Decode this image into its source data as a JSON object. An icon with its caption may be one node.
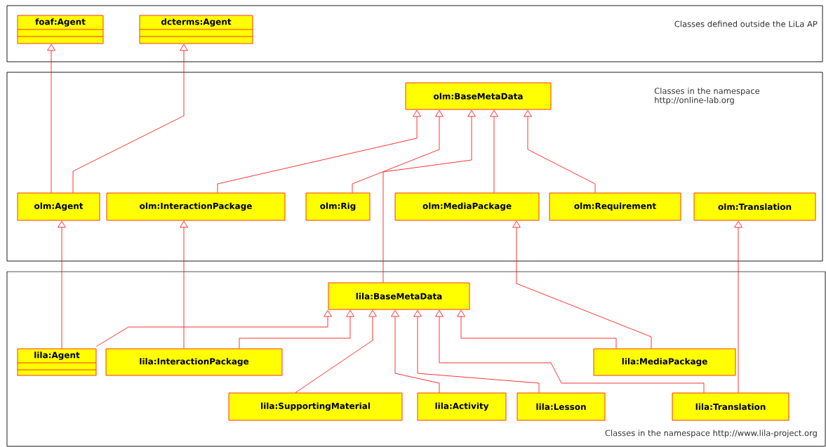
{
  "diagram": {
    "nodes": [
      {
        "text": [
          "Classes defined outside the LiLa AP"
        ]
      },
      {
        "text": [
          "foaf:Agent"
        ],
        "in": 0
      },
      {
        "text": [
          "dcterms:Agent"
        ],
        "in": 0
      },
      {
        "text": [
          "Classes in the namespace http://online-lab.org"
        ]
      },
      {
        "text": [
          "olm:BaseMetaData"
        ],
        "in": 3
      },
      {
        "text": [
          "olm:Agent"
        ],
        "in": 3
      },
      {
        "text": [
          "olm:InteractionPackage"
        ],
        "in": 3
      },
      {
        "text": [
          "olm:Rig"
        ],
        "in": 3
      },
      {
        "text": [
          "olm:MediaPackage"
        ],
        "in": 3
      },
      {
        "text": [
          "olm:Requirement"
        ],
        "in": 3
      },
      {
        "text": [
          "olm:Translation"
        ],
        "in": 3
      },
      {
        "text": [
          "Classes in the namespace http://www.lila-project.org"
        ]
      },
      {
        "text": [
          "lila:BaseMetaData"
        ],
        "in": 11
      },
      {
        "text": [
          "lila:Agent"
        ],
        "in": 11
      },
      {
        "text": [
          "lila:InteractionPackage"
        ],
        "in": 11
      },
      {
        "text": [
          "lila:MediaPackage"
        ],
        "in": 11
      },
      {
        "text": [
          "lila:SupportingMaterial"
        ],
        "in": 11
      },
      {
        "text": [
          "lila:Activity"
        ],
        "in": 11
      },
      {
        "text": [
          "lila:Lesson"
        ],
        "in": 11
      },
      {
        "text": [
          "lila:Translation"
        ],
        "in": 11
      }
    ],
    "edges": [
      {
        "from": 5,
        "to": 1,
        "arrow": "to"
      },
      {
        "from": 5,
        "to": 2,
        "arrow": "to"
      },
      {
        "from": 6,
        "to": 4,
        "arrow": "to"
      },
      {
        "from": 7,
        "to": 4,
        "arrow": "to"
      },
      {
        "from": 12,
        "to": 4,
        "arrow": "to"
      },
      {
        "from": 8,
        "to": 4,
        "arrow": "to"
      },
      {
        "from": 9,
        "to": 4,
        "arrow": "to"
      },
      {
        "from": 13,
        "to": 5,
        "arrow": "to"
      },
      {
        "from": 14,
        "to": 6,
        "arrow": "to"
      },
      {
        "from": 15,
        "to": 8,
        "arrow": "to"
      },
      {
        "from": 19,
        "to": 10,
        "arrow": "to"
      },
      {
        "from": 13,
        "to": 12,
        "arrow": "to"
      },
      {
        "from": 14,
        "to": 12,
        "arrow": "to"
      },
      {
        "from": 16,
        "to": 12,
        "arrow": "to"
      },
      {
        "from": 17,
        "to": 12,
        "arrow": "to"
      },
      {
        "from": 18,
        "to": 12,
        "arrow": "to"
      },
      {
        "from": 19,
        "to": 12,
        "arrow": "to"
      },
      {
        "from": 15,
        "to": 12,
        "arrow": "to"
      }
    ]
  }
}
